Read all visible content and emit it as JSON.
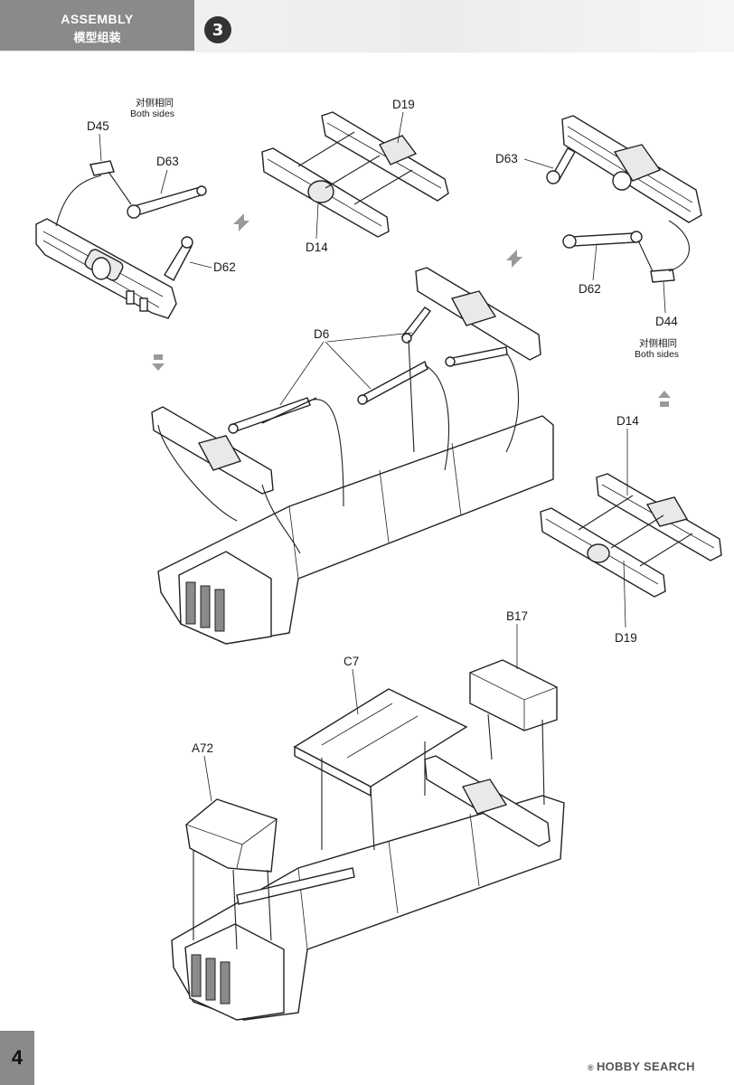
{
  "header": {
    "title_en": "ASSEMBLY",
    "title_cn": "模型组装",
    "step": "3"
  },
  "page_number": "4",
  "watermark": {
    "mark": "®",
    "text": "HOBBY SEARCH"
  },
  "labels": {
    "d45": "D45",
    "d63_left": "D63",
    "d62_left": "D62",
    "d19_top": "D19",
    "d14_top": "D14",
    "d63_right": "D63",
    "d62_right": "D62",
    "d44": "D44",
    "d6": "D6",
    "d14_right": "D14",
    "d19_right": "D19",
    "b17": "B17",
    "c7": "C7",
    "a72": "A72"
  },
  "notes": {
    "both_sides_left_cn": "对侧相同",
    "both_sides_left_en": "Both sides",
    "both_sides_right_cn": "对侧相同",
    "both_sides_right_en": "Both sides"
  },
  "icons": [
    "arrow-down-left-icon",
    "arrow-down-icon",
    "arrow-up-icon"
  ]
}
